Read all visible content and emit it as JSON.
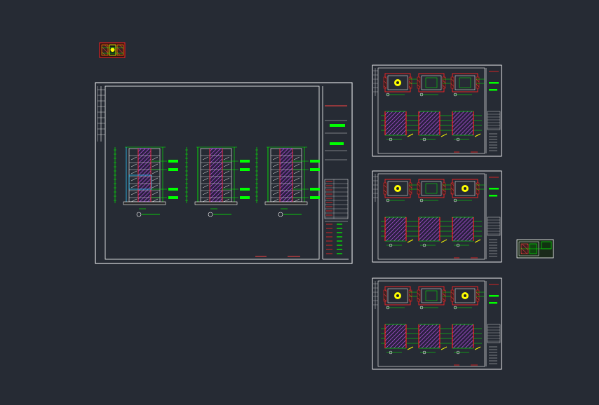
{
  "workspace": {
    "background": "#262b34",
    "colors": {
      "frame": "#ffffff",
      "annotation": "#00ff00",
      "section": "#ff2222",
      "hatch": "#d060ff",
      "fill_green": "#00ff00",
      "highlight": "#ffff00",
      "cyan": "#33ccff",
      "orange": "#ff7a00"
    }
  },
  "sheets": [
    {
      "id": "main-elevations-sheet",
      "kind": "elevations",
      "elevation_count": 3
    },
    {
      "id": "detail-sheet-1",
      "kind": "details-grid",
      "rows": 2,
      "cols": 3
    },
    {
      "id": "detail-sheet-2",
      "kind": "details-grid",
      "rows": 2,
      "cols": 3
    },
    {
      "id": "detail-sheet-3",
      "kind": "details-grid",
      "rows": 2,
      "cols": 3
    }
  ],
  "thumbnails": [
    {
      "id": "thumbnail-top-left"
    },
    {
      "id": "thumbnail-right"
    }
  ]
}
